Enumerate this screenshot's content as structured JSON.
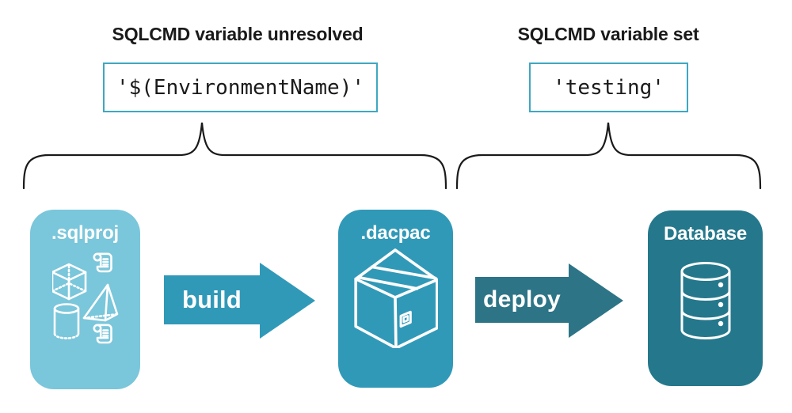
{
  "annotations": {
    "unresolved": {
      "title": "SQLCMD variable unresolved",
      "value": "'$(EnvironmentName)'"
    },
    "set": {
      "title": "SQLCMD variable set",
      "value": "'testing'"
    }
  },
  "flow": {
    "nodes": [
      {
        "id": "sqlproj",
        "label": ".sqlproj",
        "icon": "sql-project-contents-icon",
        "color": "#7AC6DB"
      },
      {
        "id": "dacpac",
        "label": ".dacpac",
        "icon": "package-box-icon",
        "color": "#3199B8"
      },
      {
        "id": "database",
        "label": "Database",
        "icon": "database-cylinder-icon",
        "color": "#25788C"
      }
    ],
    "arrows": [
      {
        "label": "build",
        "color": "#3199B8"
      },
      {
        "label": "deploy",
        "color": "#2D7487"
      }
    ]
  },
  "colors": {
    "background": "#FFFFFF",
    "ink": "#1A1A1A",
    "code_box_border": "#3FA7C2",
    "icon_stroke": "#FFFFFF"
  }
}
